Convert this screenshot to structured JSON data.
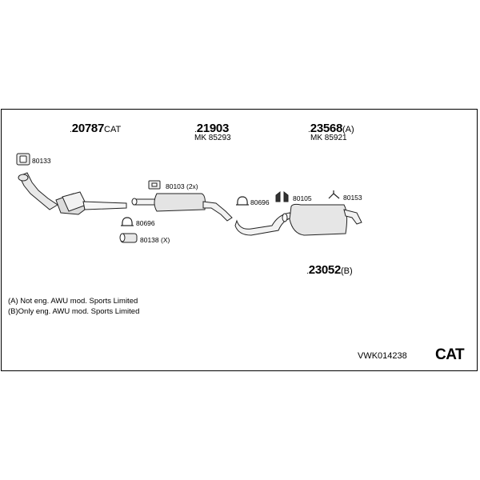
{
  "parts": {
    "p1": {
      "dot": ".",
      "number": "20787",
      "suffix": "CAT"
    },
    "p2": {
      "dot": ".",
      "number": "21903",
      "suffix": "",
      "sub": "MK  85293"
    },
    "p3": {
      "dot": ".",
      "number": "23568",
      "suffix": "(A)",
      "sub": "MK  85921"
    },
    "p4": {
      "dot": ".",
      "number": "23052",
      "suffix": "(B)"
    }
  },
  "components": {
    "c80133": "80133",
    "c80103": "80103 (2x)",
    "c80696a": "80696",
    "c80138": "80138 (X)",
    "c80696b": "80696",
    "c80105": "80105",
    "c80153": "80153"
  },
  "notes": {
    "a": "(A) Not eng. AWU mod. Sports Limited",
    "b": "(B)Only eng. AWU mod. Sports Limited"
  },
  "footer": {
    "code": "VWK014238",
    "cat": "CAT"
  }
}
